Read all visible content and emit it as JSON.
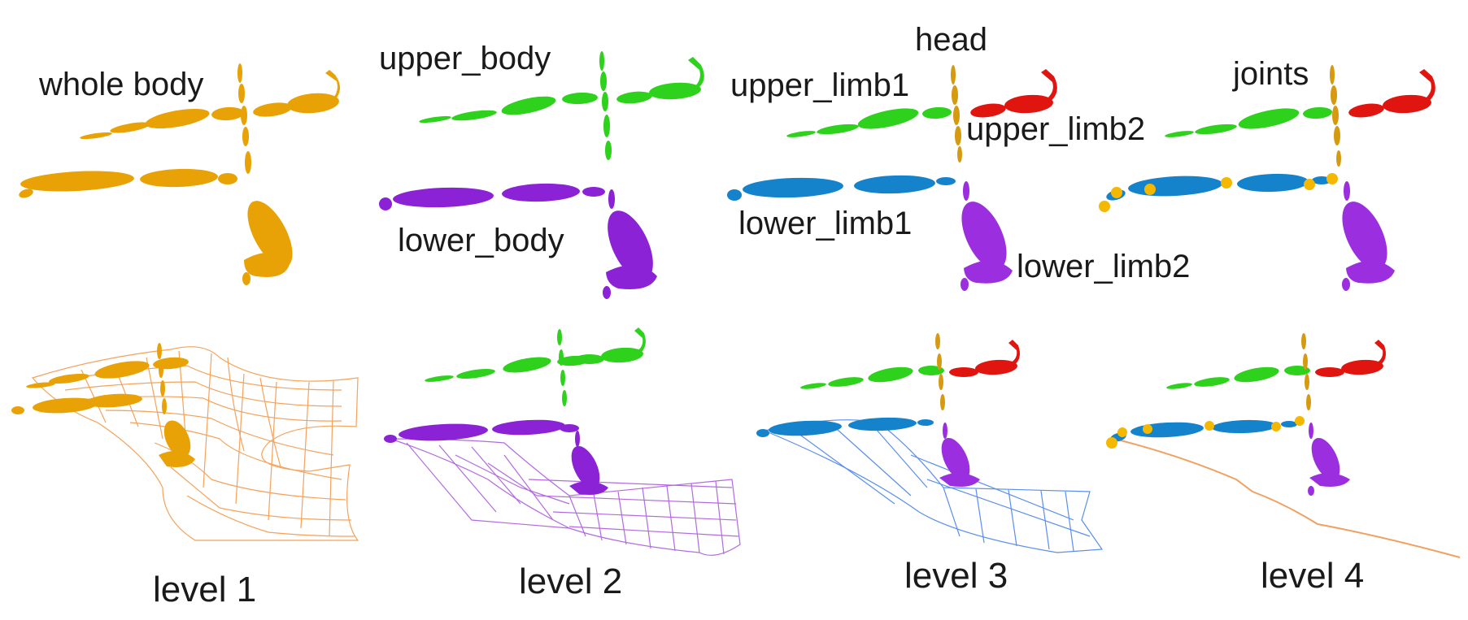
{
  "colors": {
    "whole_body": "#e9a206",
    "upper_body": "#2ed11c",
    "lower_body": "#8b22d6",
    "head": "#d69a10",
    "upper_limb2": "#e0150f",
    "lower_limb1": "#1582cc",
    "lower_limb2": "#9b2fe0",
    "joints": "#f5b800",
    "mesh_level1": "#f5a25a",
    "mesh_level2": "#b36ae0",
    "mesh_level3": "#5a8ff0",
    "trail_level4": "#f0a060"
  },
  "labels": {
    "whole_body": "whole body",
    "upper_body": "upper_body",
    "lower_body": "lower_body",
    "head": "head",
    "upper_limb1": "upper_limb1",
    "upper_limb2": "upper_limb2",
    "lower_limb1": "lower_limb1",
    "lower_limb2": "lower_limb2",
    "joints": "joints"
  },
  "levels": [
    "level 1",
    "level 2",
    "level 3",
    "level 4"
  ]
}
